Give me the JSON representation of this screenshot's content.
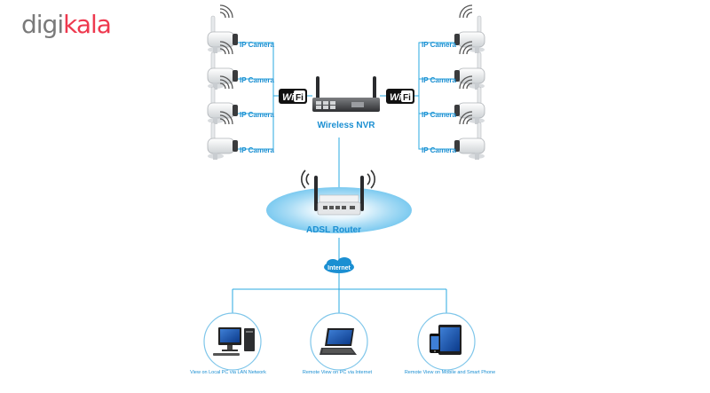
{
  "brand": {
    "logo_part1": "digi",
    "logo_part2": "kala"
  },
  "colors": {
    "line": "#29a9e0",
    "label": "#1b8fd2",
    "logo_gray": "#7a7a7a",
    "logo_red": "#ee384e"
  },
  "cameras": {
    "left": [
      "IP Camera",
      "IP Camera",
      "IP Camera",
      "IP Camera"
    ],
    "right": [
      "IP Camera",
      "IP Camera",
      "IP Camera",
      "IP Camera"
    ]
  },
  "wifi_badge": {
    "w": "Wi",
    "f": "Fi"
  },
  "nvr": {
    "label": "Wireless NVR"
  },
  "router": {
    "label": "ADSL Router"
  },
  "internet": {
    "label": "Internet"
  },
  "clients": [
    {
      "label": "View on Local PC via LAN Network",
      "device": "desktop-pc"
    },
    {
      "label": "Remote View on PC via Internet",
      "device": "laptop"
    },
    {
      "label": "Remote View on Mobile and Smart Phone",
      "device": "tablet-phone"
    }
  ]
}
